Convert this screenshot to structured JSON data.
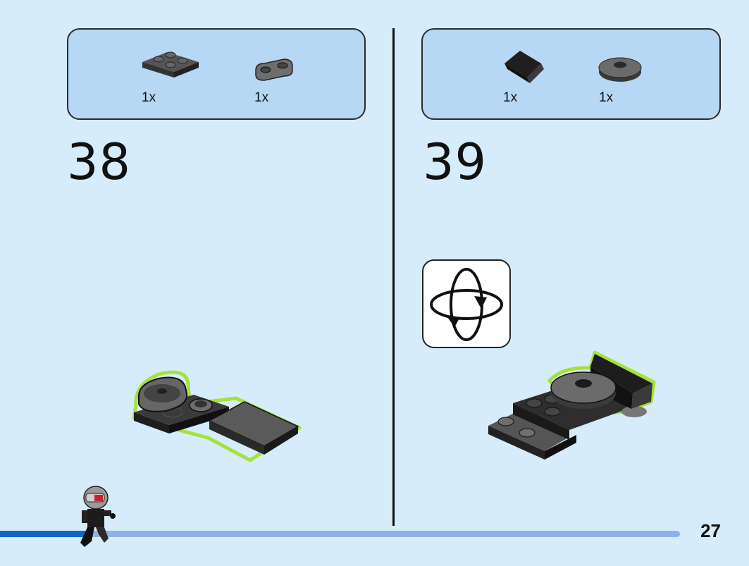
{
  "step38": {
    "number": "38",
    "parts": [
      {
        "name": "plate-2x2-icon",
        "qty": "1x"
      },
      {
        "name": "plate-1x2-rounded-icon",
        "qty": "1x"
      }
    ]
  },
  "step39": {
    "number": "39",
    "parts": [
      {
        "name": "slope-brick-icon",
        "qty": "1x"
      },
      {
        "name": "round-plate-2x2-icon",
        "qty": "1x"
      }
    ]
  },
  "page": {
    "number": "27"
  },
  "colors": {
    "background": "#d6ecfb",
    "parts_box": "#b6d8f4",
    "highlight": "#a5e23a",
    "progress_done": "#1565c0",
    "progress_remaining": "#8fb0e8"
  }
}
